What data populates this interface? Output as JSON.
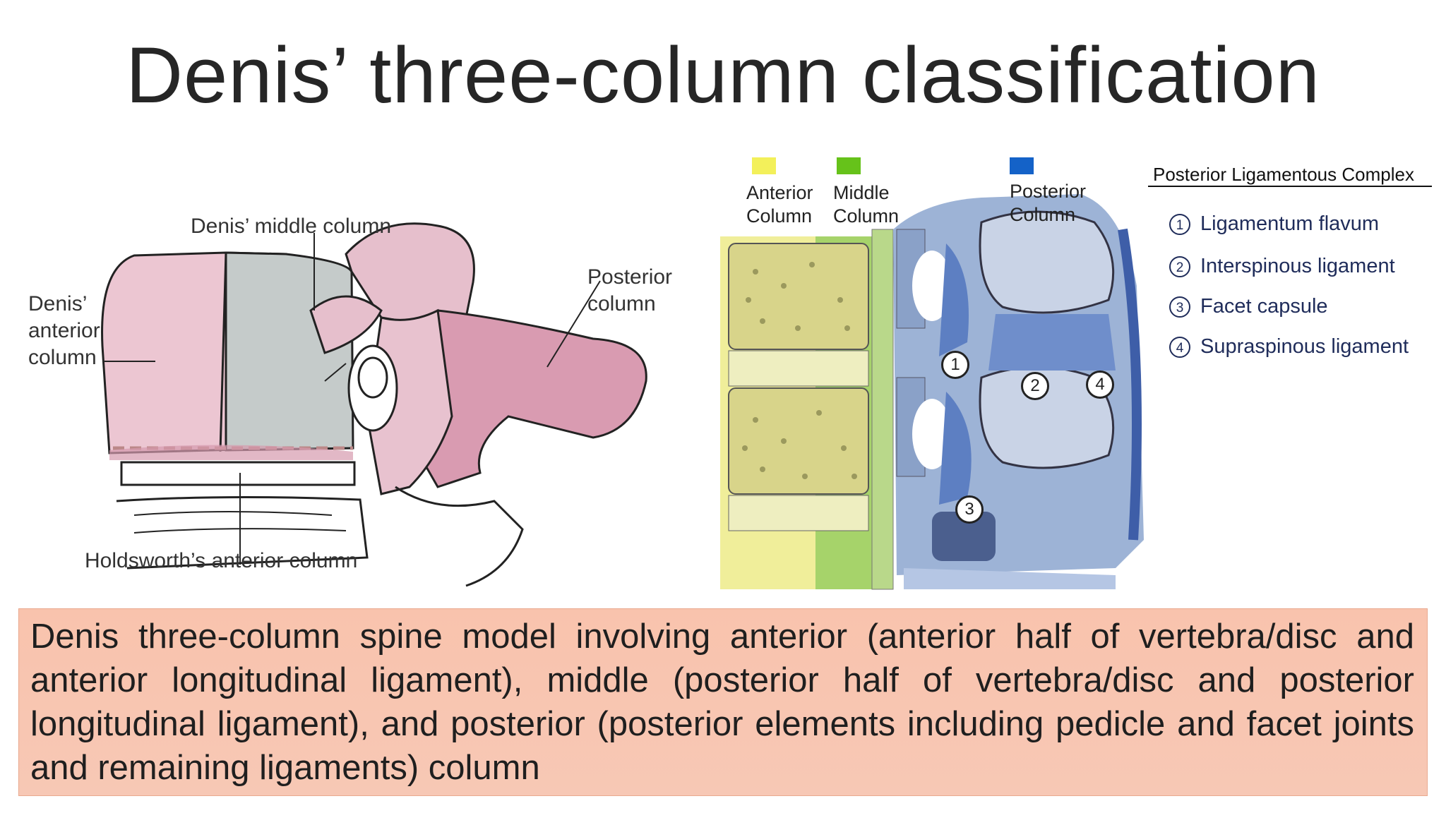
{
  "title": "Denis’ three-column classification",
  "left_figure": {
    "middle_column_label": "Denis’ middle column",
    "anterior_column_label_lines": [
      "Denis’",
      "anterior",
      "column"
    ],
    "posterior_column_label_lines": [
      "Posterior",
      "column"
    ],
    "holdsworth_label": "Holdsworth’s anterior column"
  },
  "right_figure": {
    "legend": [
      {
        "lines": [
          "Anterior",
          "Column"
        ],
        "color": "#f3f05a"
      },
      {
        "lines": [
          "Middle",
          "Column"
        ],
        "color": "#66c21a"
      },
      {
        "lines": [
          "Posterior",
          "Column"
        ],
        "color": "#1462c8"
      }
    ],
    "markers": [
      "1",
      "2",
      "3",
      "4"
    ],
    "plc": {
      "title": "Posterior Ligamentous Complex",
      "items": [
        {
          "num": "1",
          "label": "Ligamentum flavum"
        },
        {
          "num": "2",
          "label": "Interspinous ligament"
        },
        {
          "num": "3",
          "label": "Facet capsule"
        },
        {
          "num": "4",
          "label": "Supraspinous ligament"
        }
      ]
    }
  },
  "caption": "Denis three-column spine model involving anterior (anterior half of vertebra/disc and anterior longitudinal ligament), middle (posterior half of vertebra/disc and posterior longitudinal ligament), and posterior (posterior elements including pedicle and facet joints and remaining ligaments) column",
  "colors": {
    "caption_bg": "#f9c3ad",
    "vertebra_pink": "#e8c2cf",
    "middle_gray": "#c6cdcb",
    "posterior_pink": "#d99bb1"
  }
}
